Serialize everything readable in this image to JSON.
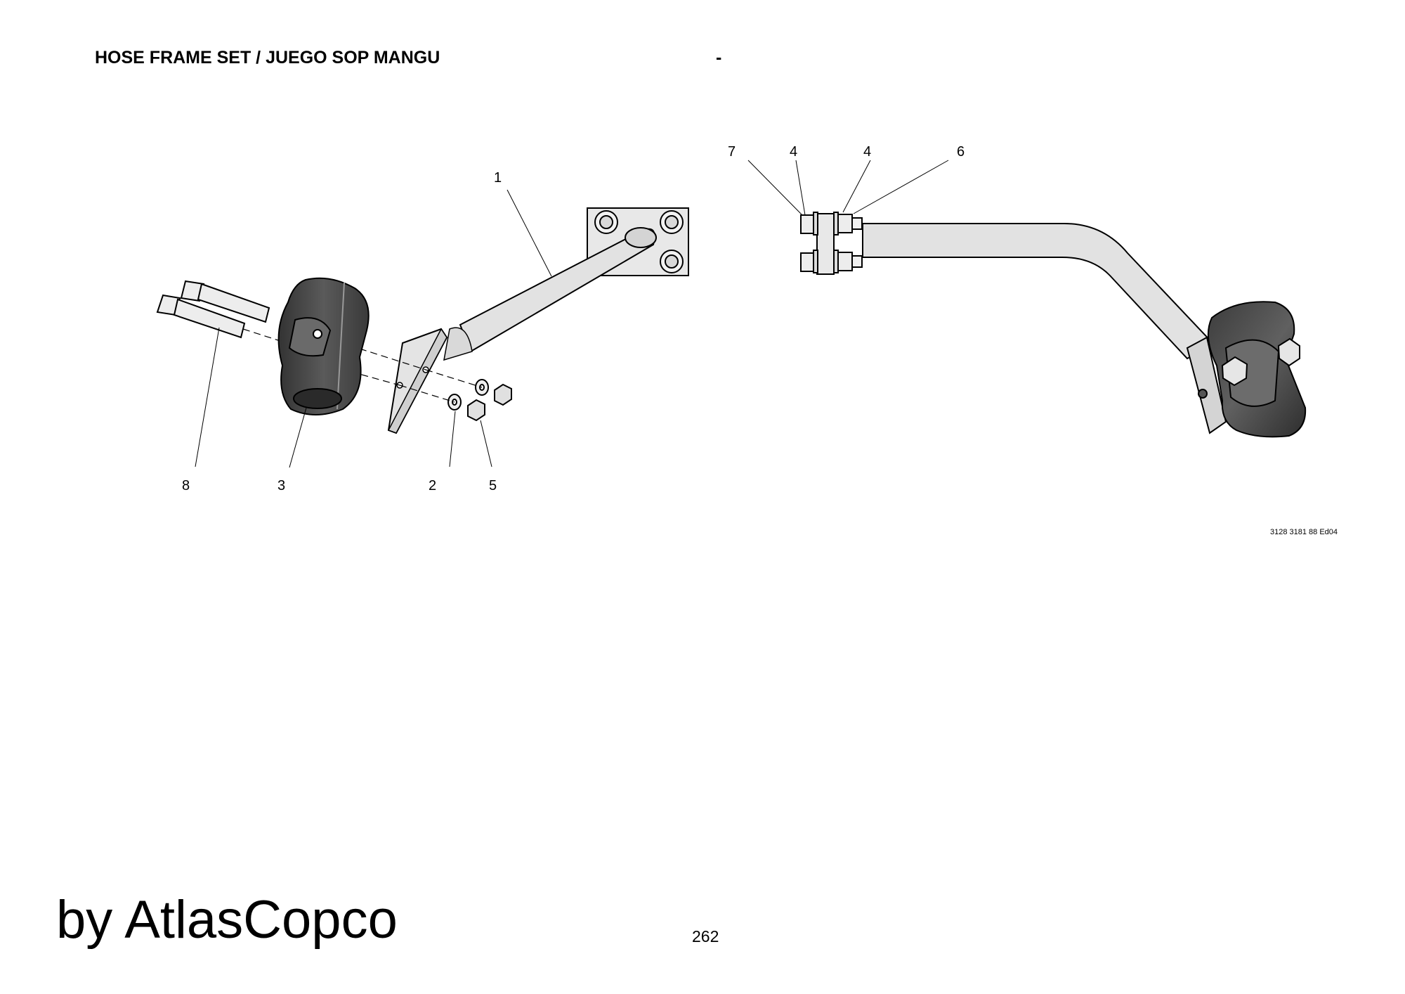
{
  "header": {
    "title": "HOSE FRAME SET / JUEGO SOP MANGU",
    "dash": "-"
  },
  "callouts": [
    {
      "id": "c1",
      "label": "1"
    },
    {
      "id": "c2",
      "label": "2"
    },
    {
      "id": "c3",
      "label": "3"
    },
    {
      "id": "c4a",
      "label": "4"
    },
    {
      "id": "c4b",
      "label": "4"
    },
    {
      "id": "c5",
      "label": "5"
    },
    {
      "id": "c6",
      "label": "6"
    },
    {
      "id": "c7",
      "label": "7"
    },
    {
      "id": "c8",
      "label": "8"
    }
  ],
  "footer": {
    "drawing_ref": "3128 3181 88 Ed04",
    "brand": "by AtlasCopco",
    "page_number": "262"
  },
  "colors": {
    "tube_fill": "#e2e2e2",
    "clamp_fill": "#4a4a4a",
    "line": "#000000"
  }
}
